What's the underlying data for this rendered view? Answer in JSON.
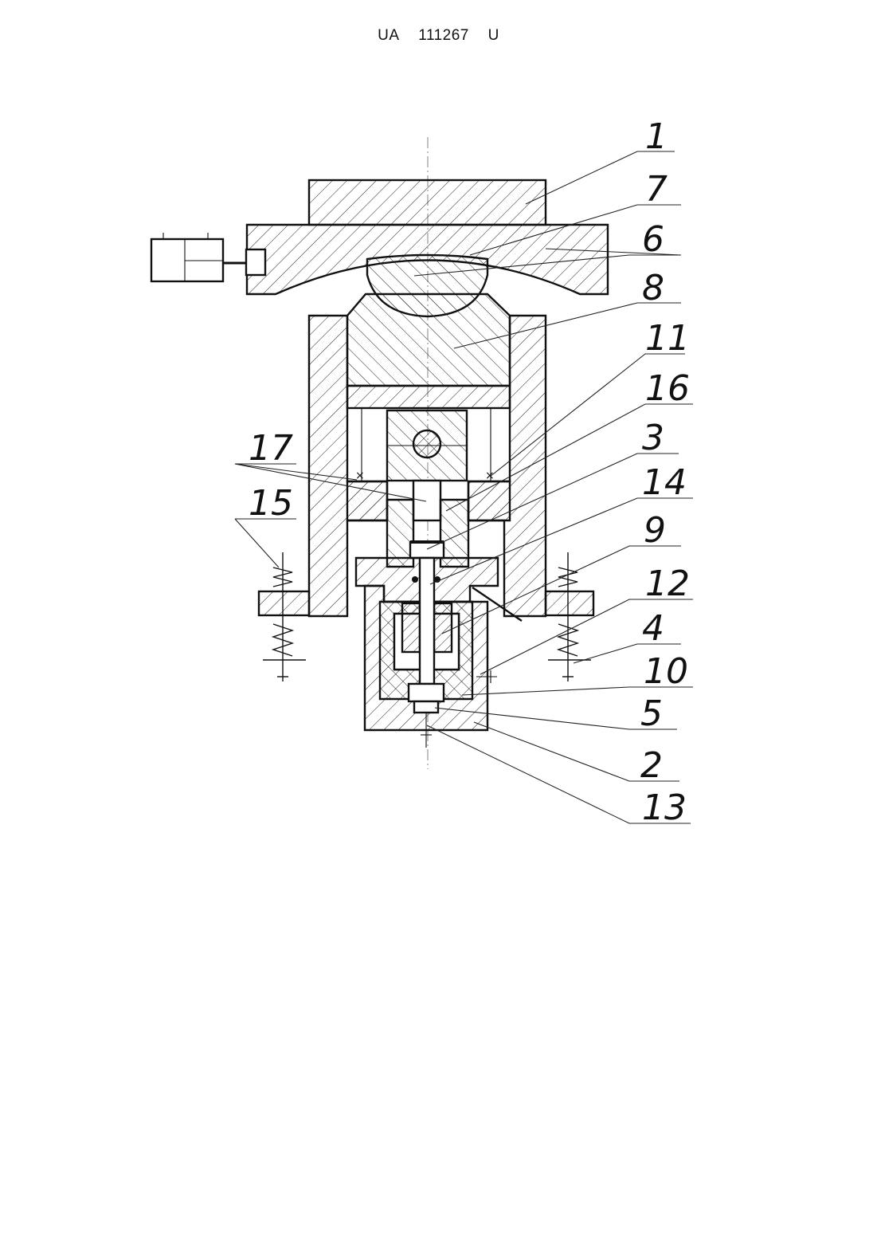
{
  "header": {
    "country": "UA",
    "number": "111267",
    "kind": "U"
  },
  "figure": {
    "callouts": [
      {
        "id": "c1",
        "label": "1"
      },
      {
        "id": "c7",
        "label": "7"
      },
      {
        "id": "c6",
        "label": "6"
      },
      {
        "id": "c8",
        "label": "8"
      },
      {
        "id": "c11",
        "label": "11"
      },
      {
        "id": "c16",
        "label": "16"
      },
      {
        "id": "c3",
        "label": "3"
      },
      {
        "id": "c14",
        "label": "14"
      },
      {
        "id": "c9",
        "label": "9"
      },
      {
        "id": "c12",
        "label": "12"
      },
      {
        "id": "c4",
        "label": "4"
      },
      {
        "id": "c10",
        "label": "10"
      },
      {
        "id": "c5",
        "label": "5"
      },
      {
        "id": "c2",
        "label": "2"
      },
      {
        "id": "c13",
        "label": "13"
      },
      {
        "id": "c17",
        "label": "17"
      },
      {
        "id": "c15",
        "label": "15"
      }
    ]
  }
}
